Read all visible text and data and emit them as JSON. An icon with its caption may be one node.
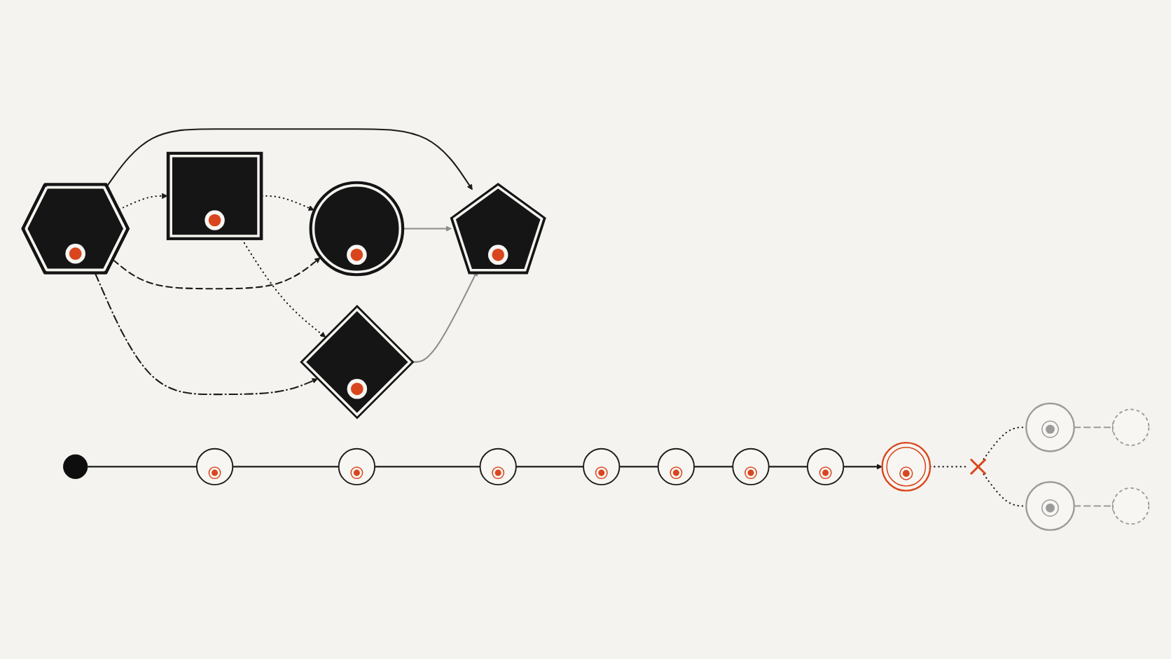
{
  "diagram": {
    "nodes": [
      {
        "text": [],
        "shape": "box"
      },
      {
        "text": [],
        "shape": "circle"
      },
      {
        "text": [],
        "shape": "hexagon"
      },
      {
        "text": [],
        "shape": "diamond"
      },
      {
        "text": [],
        "shape": "pentagon"
      },
      {
        "text": [],
        "shape": "circle"
      },
      {
        "text": [],
        "shape": "circle"
      },
      {
        "text": [],
        "shape": "circle"
      },
      {
        "text": [],
        "shape": "circle"
      },
      {
        "text": [],
        "shape": "circle"
      },
      {
        "text": [],
        "shape": "circle"
      },
      {
        "text": [],
        "shape": "circle"
      },
      {
        "text": [],
        "shape": "circle"
      },
      {
        "text": [],
        "shape": "circle"
      },
      {
        "text": [],
        "shape": "cross"
      },
      {
        "text": [],
        "shape": "circle"
      },
      {
        "text": [],
        "shape": "circle"
      },
      {
        "text": [],
        "shape": "circle"
      },
      {
        "text": [],
        "shape": "circle"
      }
    ],
    "edges": [
      {
        "from": 0,
        "to": 1,
        "arrow": "to",
        "style": "dashed"
      },
      {
        "from": 0,
        "to": 3,
        "arrow": "to",
        "style": "dashed"
      },
      {
        "from": 2,
        "to": 0,
        "arrow": "to",
        "style": "dashed"
      },
      {
        "from": 2,
        "to": 1,
        "arrow": "to",
        "style": "dashed"
      },
      {
        "from": 2,
        "to": 3,
        "arrow": "to",
        "style": "dashed"
      },
      {
        "from": 2,
        "to": 4,
        "arrow": "to"
      },
      {
        "from": 1,
        "to": 4,
        "arrow": "to",
        "color": "#8c8c8c"
      },
      {
        "from": 3,
        "to": 4,
        "arrow": "to",
        "color": "#8c8c8c"
      },
      {
        "from": 5,
        "to": 6,
        "arrow": "none"
      },
      {
        "from": 6,
        "to": 7,
        "arrow": "none"
      },
      {
        "from": 7,
        "to": 8,
        "arrow": "none"
      },
      {
        "from": 8,
        "to": 9,
        "arrow": "none"
      },
      {
        "from": 9,
        "to": 10,
        "arrow": "none"
      },
      {
        "from": 10,
        "to": 11,
        "arrow": "none"
      },
      {
        "from": 11,
        "to": 12,
        "arrow": "none"
      },
      {
        "from": 12,
        "to": 13,
        "arrow": "to"
      },
      {
        "from": 13,
        "to": 14,
        "arrow": "none",
        "style": "dashed"
      },
      {
        "from": 14,
        "to": 15,
        "arrow": "none",
        "style": "dashed"
      },
      {
        "from": 14,
        "to": 17,
        "arrow": "none",
        "style": "dashed"
      },
      {
        "from": 15,
        "to": 16,
        "arrow": "other",
        "style": "dashed",
        "color": "#9b9b9b"
      },
      {
        "from": 17,
        "to": 18,
        "arrow": "other",
        "style": "dashed",
        "color": "#9b9b9b"
      }
    ]
  }
}
